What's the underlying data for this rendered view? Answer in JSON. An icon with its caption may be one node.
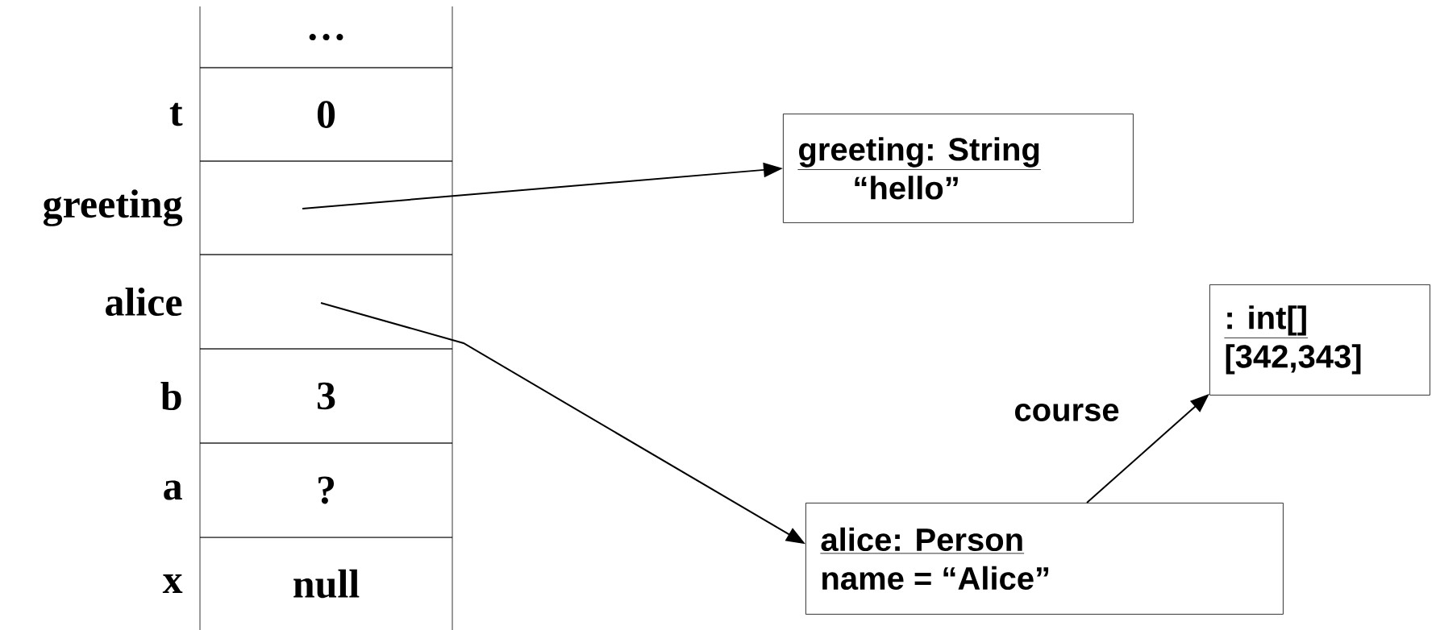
{
  "diagram": {
    "nodes": [
      {
        "text": [
          "…"
        ]
      },
      {
        "text": [
          "0"
        ],
        "beside": [
          "t"
        ]
      },
      {
        "text": [],
        "shape": "box",
        "beside": [
          "greeting"
        ]
      },
      {
        "text": [],
        "shape": "box",
        "beside": [
          "alice"
        ]
      },
      {
        "text": [
          "3"
        ],
        "beside": [
          "b"
        ]
      },
      {
        "text": [
          "?"
        ],
        "beside": [
          "a"
        ]
      },
      {
        "text": [
          "null"
        ],
        "beside": [
          "x"
        ]
      },
      {
        "text": [
          "greeting: String",
          "“hello”"
        ]
      },
      {
        "text": [
          ": int[]",
          "[342,343]"
        ]
      },
      {
        "text": [
          "alice: Person",
          "name = “Alice”"
        ]
      }
    ],
    "edges": [
      {
        "from": 2,
        "to": 7,
        "arrow": "to"
      },
      {
        "from": 3,
        "to": 9,
        "arrow": "to"
      },
      {
        "from": 9,
        "to": 8,
        "arrow": "to",
        "label": "course"
      }
    ]
  }
}
